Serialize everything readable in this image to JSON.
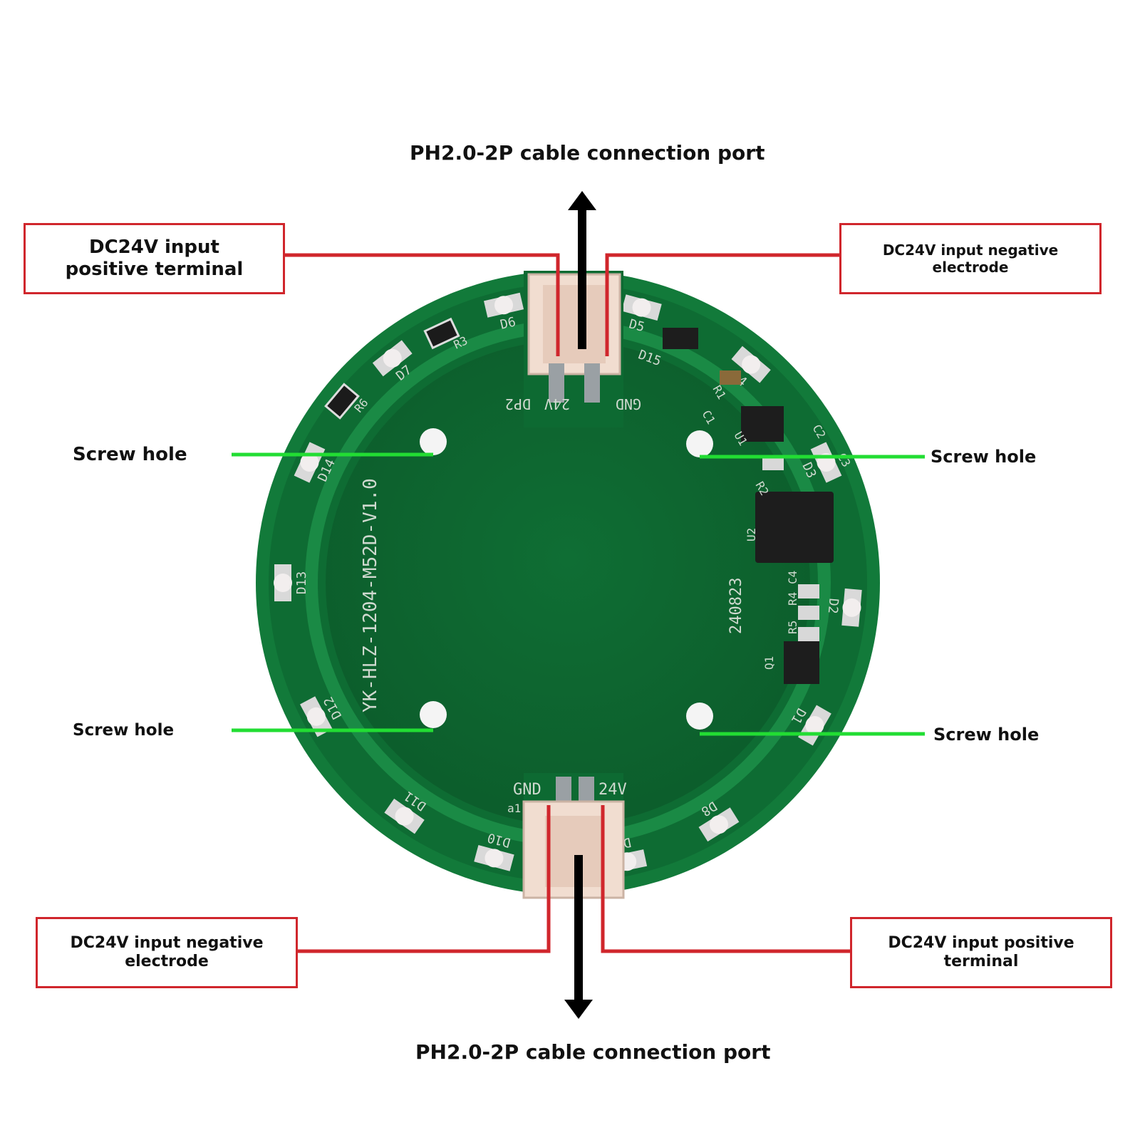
{
  "diagram": {
    "top_port_label": "PH2.0-2P cable connection port",
    "bottom_port_label": "PH2.0-2P cable connection port",
    "top_left_box": "DC24V input\npositive terminal",
    "top_right_box": "DC24V input negative\nelectrode",
    "bottom_left_box": "DC24V input negative\nelectrode",
    "bottom_right_box": "DC24V input positive\nterminal",
    "screw_hole_top_left": "Screw hole",
    "screw_hole_bottom_left": "Screw hole",
    "screw_hole_top_right": "Screw hole",
    "screw_hole_bottom_right": "Screw hole"
  },
  "board": {
    "silkscreen_model": "YK-HLZ-1204-M52D-V1.0",
    "date_code": "240823",
    "top_connector_ref": "DP2",
    "top_connector_pin1": "24V",
    "top_connector_pin2": "GND",
    "bottom_connector_ref": "a1",
    "bottom_connector_pin1": "GND",
    "bottom_connector_pin2": "24V",
    "led_labels": [
      "D1",
      "D2",
      "D3",
      "D4",
      "D5",
      "D6",
      "D7",
      "D8",
      "D9",
      "D10",
      "D11",
      "D12",
      "D13",
      "D14",
      "D15"
    ],
    "component_labels": [
      "R1",
      "R2",
      "R3",
      "R4",
      "R5",
      "R6",
      "C1",
      "C2",
      "C3",
      "C4",
      "U1",
      "U2",
      "Q1"
    ]
  },
  "colors": {
    "pcb_green": "#0f7a38",
    "pcb_dark": "#0a5c2a",
    "callout_red": "#d0262c",
    "callout_green": "#22dd33",
    "arrow": "#000000"
  }
}
